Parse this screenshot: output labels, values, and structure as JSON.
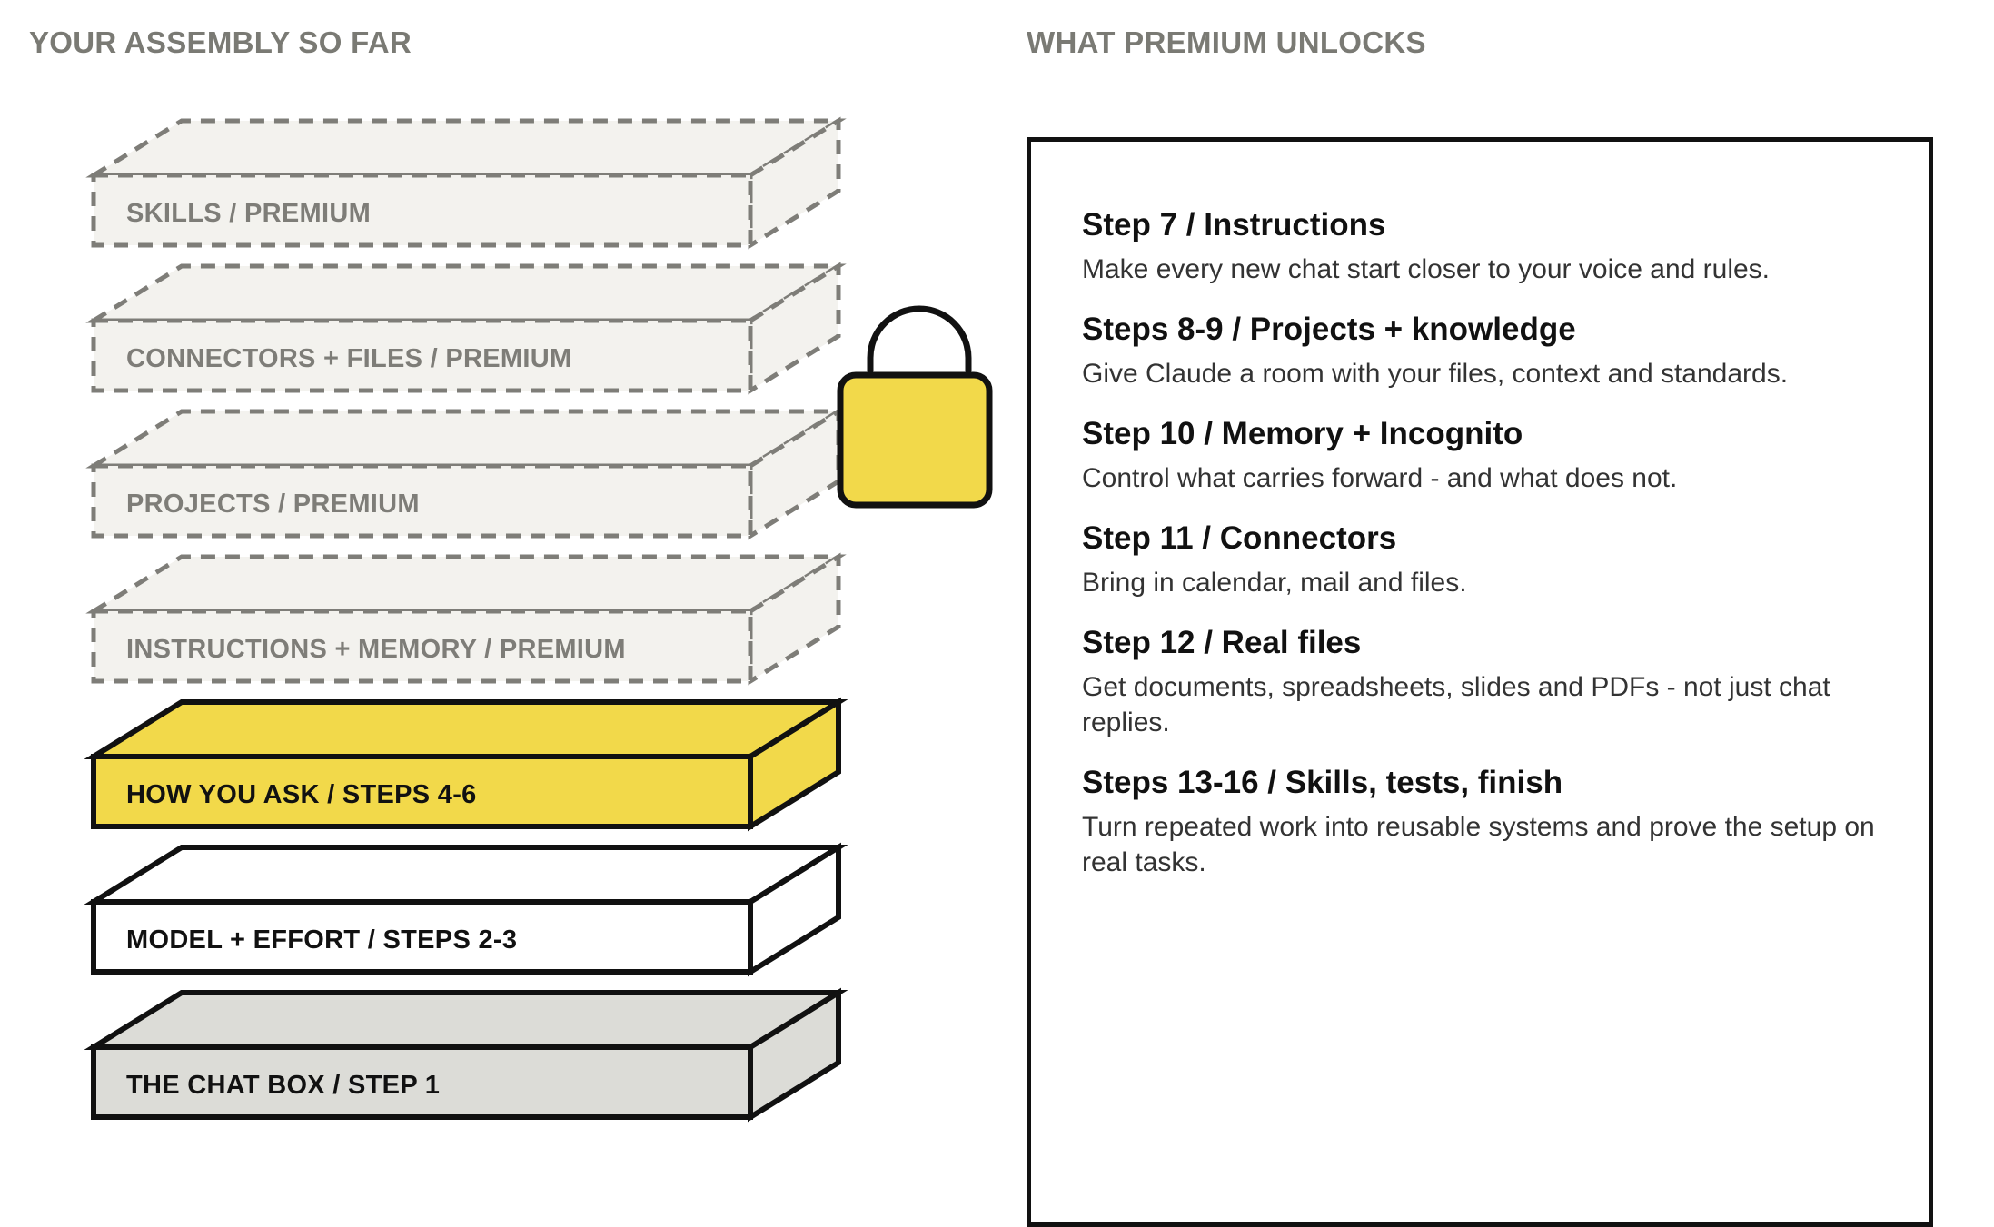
{
  "left_heading": "YOUR ASSEMBLY SO FAR",
  "right_heading": "WHAT PREMIUM UNLOCKS",
  "colors": {
    "locked_fill": "#f3f2ee",
    "locked_stroke": "#7e7d78",
    "yellow": "#f2d94a",
    "white": "#ffffff",
    "grey": "#dcdcd7",
    "ink": "#111111"
  },
  "lock_icon": "padlock-icon",
  "layers": [
    {
      "label": "SKILLS / PREMIUM",
      "state": "locked",
      "fill": "locked"
    },
    {
      "label": "CONNECTORS + FILES / PREMIUM",
      "state": "locked",
      "fill": "locked"
    },
    {
      "label": "PROJECTS / PREMIUM",
      "state": "locked",
      "fill": "locked"
    },
    {
      "label": "INSTRUCTIONS + MEMORY / PREMIUM",
      "state": "locked",
      "fill": "locked"
    },
    {
      "label": "HOW YOU ASK / STEPS 4-6",
      "state": "unlocked",
      "fill": "yellow"
    },
    {
      "label": "MODEL + EFFORT / STEPS 2-3",
      "state": "unlocked",
      "fill": "white"
    },
    {
      "label": "THE CHAT BOX / STEP 1",
      "state": "unlocked",
      "fill": "grey"
    }
  ],
  "steps": [
    {
      "title": "Step 7 / Instructions",
      "desc": "Make every new chat start closer to your voice and rules."
    },
    {
      "title": "Steps 8-9 / Projects + knowledge",
      "desc": "Give Claude a room with your files, context and standards."
    },
    {
      "title": "Step 10 / Memory + Incognito",
      "desc": "Control what carries forward - and what does not."
    },
    {
      "title": "Step 11 / Connectors",
      "desc": "Bring in calendar, mail and files."
    },
    {
      "title": "Step 12 / Real files",
      "desc": "Get documents, spreadsheets, slides and PDFs - not just chat replies."
    },
    {
      "title": "Steps 13-16 / Skills, tests, finish",
      "desc": "Turn repeated work into reusable systems and prove the setup on real tasks."
    }
  ]
}
